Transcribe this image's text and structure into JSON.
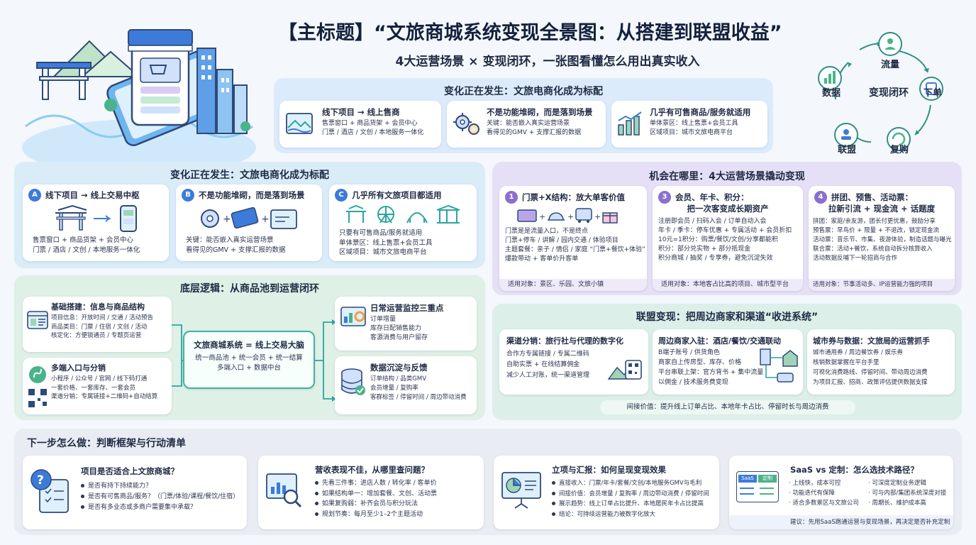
{
  "header": {
    "title": "【主标题】“文旅商城系统变现全景图：从搭建到联盟收益”",
    "subtitle": "4大运营场景 × 变现闭环，一张图看懂怎么用出真实收入"
  },
  "loop": {
    "center": "变现闭环",
    "nodes": [
      "流量",
      "下单",
      "复购",
      "联盟",
      "数据"
    ]
  },
  "change_top": {
    "title": "变化正在发生：文旅电商化成为标配",
    "cards": [
      {
        "title": "线下项目 → 线上售商",
        "lines": [
          "售票窗口 + 商品货架 + 会员中心",
          "门票 / 酒店 / 文创 / 本地服务一体化"
        ]
      },
      {
        "title": "不是功能堆砌，而是落到场景",
        "lines": [
          "关键：能否嵌入真实运营场景",
          "看得见的GMV + 支撑汇报的数据"
        ]
      },
      {
        "title": "几乎有可售商品/服务就适用",
        "lines": [
          "单体景区：线上售票+会员工具",
          "区域项目：城市文旅电商平台"
        ]
      }
    ]
  },
  "change_left": {
    "title": "变化正在发生：文旅电商化成为标配",
    "cards": [
      {
        "badge": "A",
        "title": "线下项目 → 线上交易中枢",
        "lines": [
          "售票窗口 + 商品货架 + 会员中心",
          "门票 / 酒店 / 文创 / 本地服务一体化"
        ]
      },
      {
        "badge": "B",
        "title": "不是功能堆砌，而是落到场景",
        "lines": [
          "关键：能否嵌入真实运营场景",
          "看得见的GMV + 支撑汇报的数据"
        ]
      },
      {
        "badge": "C",
        "title": "几乎所有文旅项目都适用",
        "lines": [
          "只要有可售商品/服务就适用",
          "单体景区：线上售票+会员工具",
          "区域项目：城市文旅电商平台"
        ]
      }
    ]
  },
  "opportunity": {
    "title": "机会在哪里：4大运营场景撬动变现",
    "cards": [
      {
        "badge": "1",
        "title": "门票+X结构：放大单客价值",
        "lines": [
          "门票是是流量入口，不是终点",
          "门票+停车 / 讲解 / 园内交通 / 体验项目",
          "主题套餐：亲子 / 情侣 / 家庭 “门票+餐饮+体验”",
          "爆款带动 + 客单价升客单"
        ],
        "foot": "适用对象：景区、乐园、文旅小镇"
      },
      {
        "badge": "3",
        "title": "会员、年卡、积分：",
        "title2": "把一次客变成长期资产",
        "lines": [
          "注册即会员 / 扫码入会 / 订单自动入会",
          "年卡 / 季卡：停车优惠 + 专属活动 + 会员折扣",
          "10元=1积分：购票/餐饮/文创/分享都能积",
          "积分：部分兑实物 + 部分抵现金",
          "积分商城 / 抽奖 / 专享券，避免沉淀失效"
        ],
        "foot": "适用对象：本地客占比高的项目、城市型平台"
      },
      {
        "badge": "4",
        "title": "拼团、预售、活动票：",
        "title2": "拉新引流 + 现金流 + 话题度",
        "lines": [
          "拼团：家庭/亲友游，团长付更优惠，鼓励分享",
          "预售票：早鸟价 + 限量 + 不退改，锁定现金流",
          "活动票：音乐节、市集、夜游体验，制造话题与曝光",
          "联合票：活动+餐饮，系统自动拆分核算收入",
          "活动数据反哺下一轮招商与合作"
        ],
        "foot": "适用对象：节事活动多、IP运营能力强的项目"
      }
    ]
  },
  "bottom_logic": {
    "title": "底层逻辑：从商品池到运营闭环",
    "left": [
      {
        "title": "基础搭建：信息与商品结构",
        "lines": [
          "项目信息：开放时间 / 交通 / 活动预告",
          "商品类目：门票 / 住宿 / 文创 / 活动",
          "核定化：方便锁通员 / 专题页运营"
        ]
      },
      {
        "title": "多端入口与分销",
        "lines": [
          "小程序 / 公众号 / 官网 / 线下码打通",
          "一套价格、一套库存、一套会员",
          "渠道分销：专属链接+二维码+自动结算"
        ]
      }
    ],
    "center": {
      "title": "文旅商城系统 = 线上交易大脑",
      "lines": [
        "统一商品池 + 统一会员 + 统一结算",
        "多端入口 + 数据中台"
      ]
    },
    "right": [
      {
        "title": "日常运营监控三重点",
        "lines": [
          "订单增量",
          "库存日配销售能力",
          "客源消费与用户留存"
        ]
      },
      {
        "title": "数据沉淀与反馈",
        "lines": [
          "订单结构 / 品类GMV",
          "会员增量 / 复购率",
          "客群标签 / 停留时间 / 周边带动消费"
        ]
      }
    ]
  },
  "alliance": {
    "title": "联盟变现：把周边商家和渠道“收进系统”",
    "cards": [
      {
        "title": "渠道分销：旅行社与代理的数字化",
        "lines": [
          "合作方专属链接 / 专属二维码",
          "自助实票 + 在线结算佣金",
          "减少人工对账，统一渠道管理"
        ]
      },
      {
        "title": "周边商家入驻：酒店/餐饮/交通联动",
        "lines": [
          "B端子账号 / 供货角色",
          "商家自上传房型、库存、价格",
          "平台串联上架：官方背书 + 集中流量",
          "以佣金 / 技术服务费变现"
        ]
      },
      {
        "title": "城市券与数据：文旅局的运营抓手",
        "lines": [
          "城市通用券 / 周边餐饮券 / 娱乐券",
          "核销数据掌握在平台手里",
          "可视化消费路线、停留时间、带动周边消费",
          "为项目汇报、招商、政策评估提供数据支撑"
        ]
      }
    ],
    "note": "间接价值：提升线上订单占比、本地年卡占比、停留时长与周边消费"
  },
  "next": {
    "title": "下一步怎么做：判断框架与行动清单",
    "cards": [
      {
        "title": "项目是否适合上文旅商城？",
        "lines": [
          "是否有持下持续能力？",
          "是否有可售商品/服务？（门票/体验/课程/餐饮/住宿）",
          "是否有多业态或多商户需要集中承载？"
        ]
      },
      {
        "title": "营收表现不佳，从哪里查问题？",
        "lines": [
          "先看三件事：进店人数 / 转化率 / 客单价",
          "如果结构单一：增加套餐、文创、活动票",
          "如果复购弱：补齐会员与积分玩法",
          "规划节奏：每月至少1–2个主题活动"
        ]
      },
      {
        "title": "立项与汇报：如何呈现变现效果",
        "lines": [
          "直接收入：门票/年卡/套餐/文创/本地服务GMV与毛利",
          "间接价值：会员增量 / 复购率 / 周边带动消费 / 停留时间",
          "展示趋势：线上订单占比提升、本地居民年卡占比提高",
          "结论：可持续运营能力被数字化放大"
        ]
      },
      {
        "title": "SaaS vs 定制：怎么选技术路径？",
        "saas": "SaaS",
        "custom": "定制",
        "left": [
          "上线快，成本可控",
          "功能迭代有保障",
          "适合多数景区与文旅公司"
        ],
        "right": [
          "可深度定制业务逻辑",
          "可与内部/集团系统深度对接",
          "周期长、维护成本高"
        ],
        "foot": "建议：先用SaaS跑通运营与变现场景，再决定是否补充定制"
      }
    ]
  },
  "colors": {
    "blue": "#3d7bd9",
    "purple": "#8a6fd0",
    "green": "#49b38a",
    "teal": "#2aa6a0"
  }
}
